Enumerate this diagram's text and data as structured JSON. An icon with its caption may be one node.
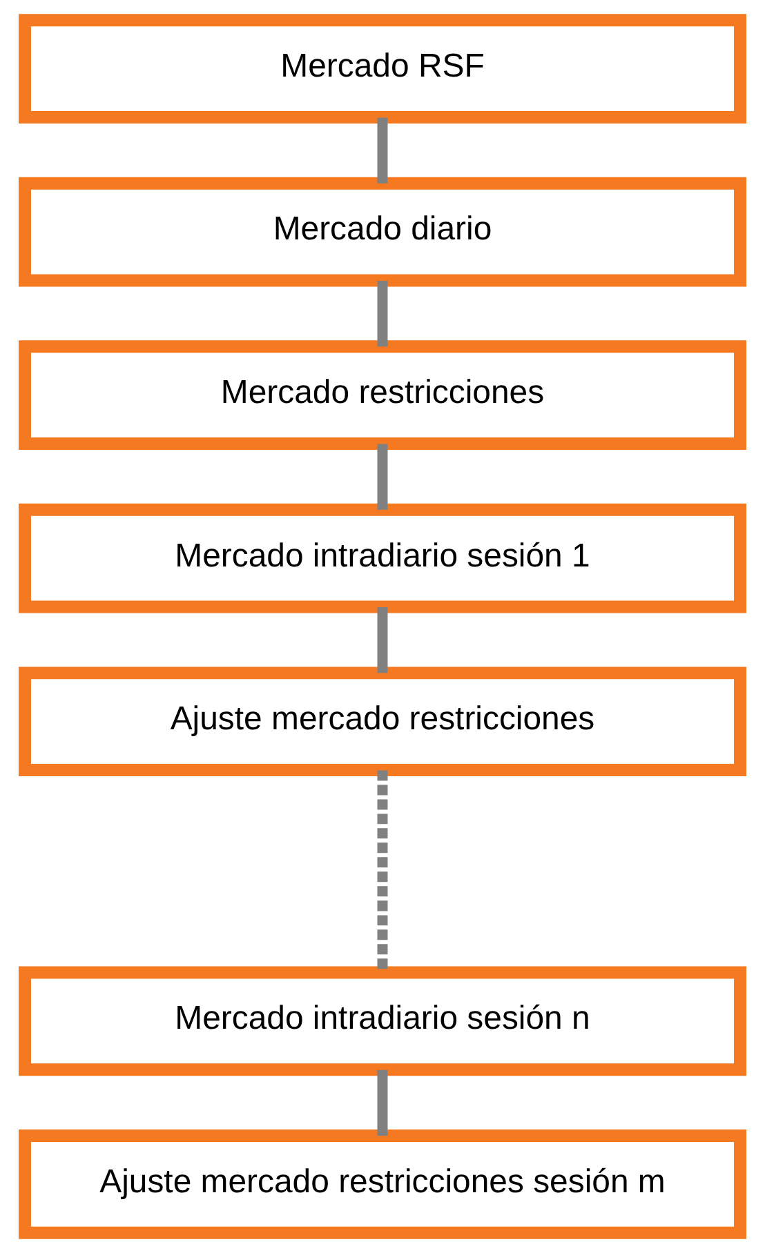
{
  "diagram": {
    "nodes": [
      {
        "text": [
          "Mercado RSF"
        ]
      },
      {
        "text": [
          "Mercado diario"
        ]
      },
      {
        "text": [
          "Mercado restricciones"
        ]
      },
      {
        "text": [
          "Mercado intradiario sesión 1"
        ]
      },
      {
        "text": [
          "Ajuste mercado restricciones"
        ]
      },
      {
        "text": [
          "Mercado intradiario sesión n"
        ]
      },
      {
        "text": [
          "Ajuste mercado restricciones sesión m"
        ]
      }
    ],
    "edges": [
      {
        "from": 0,
        "to": 1,
        "arrow": "none"
      },
      {
        "from": 1,
        "to": 2,
        "arrow": "none"
      },
      {
        "from": 2,
        "to": 3,
        "arrow": "none"
      },
      {
        "from": 3,
        "to": 4,
        "arrow": "none"
      },
      {
        "from": 4,
        "to": 5,
        "arrow": "none",
        "style": "dashed"
      },
      {
        "from": 5,
        "to": 6,
        "arrow": "none"
      }
    ]
  }
}
